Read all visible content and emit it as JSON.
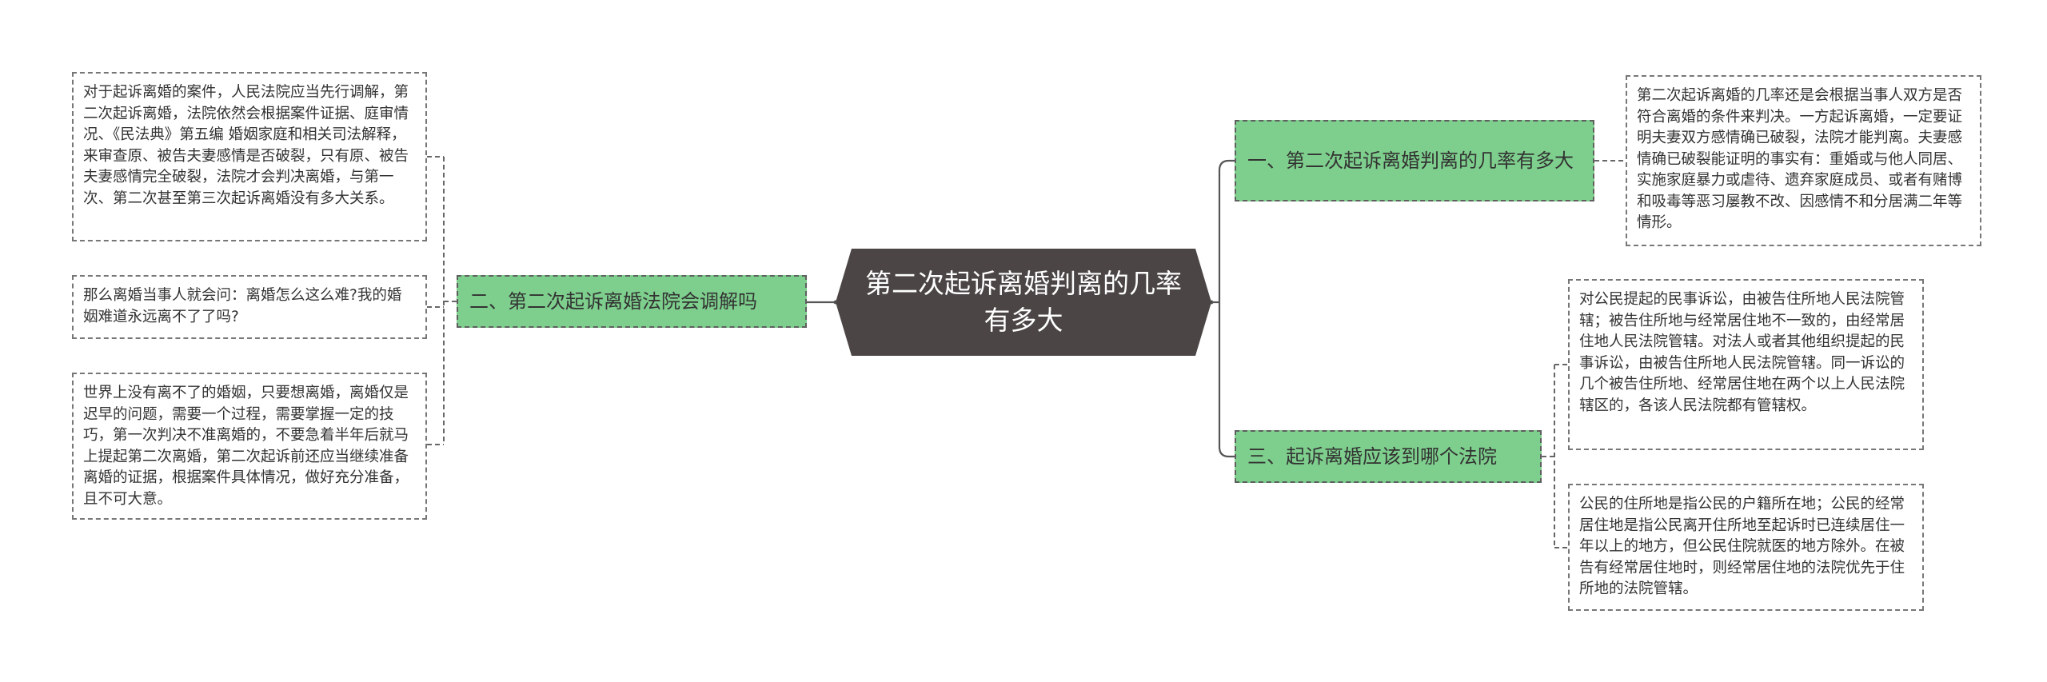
{
  "mindmap": {
    "root": "第二次起诉离婚判离的几率有多大",
    "branches": [
      {
        "label": "一、第二次起诉离婚判离的几率有多大",
        "details": [
          "第二次起诉离婚的几率还是会根据当事人双方是否符合离婚的条件来判决。一方起诉离婚，一定要证明夫妻双方感情确已破裂，法院才能判离。夫妻感情确已破裂能证明的事实有：重婚或与他人同居、实施家庭暴力或虐待、遗弃家庭成员、或者有赌博和吸毒等恶习屡教不改、因感情不和分居满二年等情形。"
        ]
      },
      {
        "label": "二、第二次起诉离婚法院会调解吗",
        "details": [
          "对于起诉离婚的案件，人民法院应当先行调解，第二次起诉离婚，法院依然会根据案件证据、庭审情况、《民法典》第五编 婚姻家庭和相关司法解释，来审查原、被告夫妻感情是否破裂，只有原、被告夫妻感情完全破裂，法院才会判决离婚，与第一次、第二次甚至第三次起诉离婚没有多大关系。",
          "那么离婚当事人就会问：离婚怎么这么难?我的婚姻难道永远离不了了吗?",
          "世界上没有离不了的婚姻，只要想离婚，离婚仅是迟早的问题，需要一个过程，需要掌握一定的技巧，第一次判决不准离婚的，不要急着半年后就马上提起第二次离婚，第二次起诉前还应当继续准备离婚的证据，根据案件具体情况，做好充分准备，且不可大意。"
        ]
      },
      {
        "label": "三、起诉离婚应该到哪个法院",
        "details": [
          "对公民提起的民事诉讼，由被告住所地人民法院管辖；被告住所地与经常居住地不一致的，由经常居住地人民法院管辖。对法人或者其他组织提起的民事诉讼，由被告住所地人民法院管辖。同一诉讼的几个被告住所地、经常居住地在两个以上人民法院辖区的，各该人民法院都有管辖权。",
          "公民的住所地是指公民的户籍所在地；公民的经常居住地是指公民离开住所地至起诉时已连续居住一年以上的地方，但公民住院就医的地方除外。在被告有经常居住地时，则经常居住地的法院优先于住所地的法院管辖。"
        ]
      }
    ],
    "colors": {
      "root_fill": "#4b4645",
      "root_text": "#ffffff",
      "branch_fill": "#7ecf8d",
      "leaf_fill": "#ffffff",
      "line": "#555555"
    }
  }
}
